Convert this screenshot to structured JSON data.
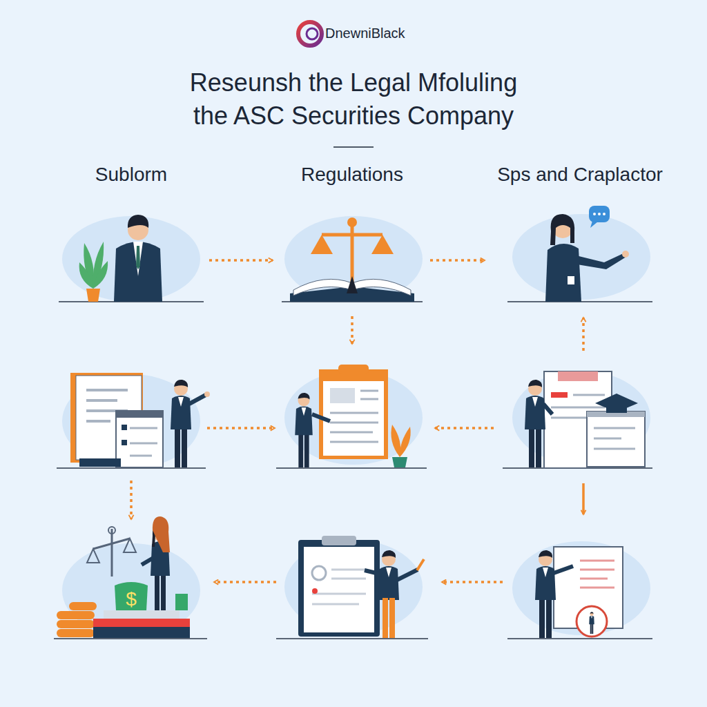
{
  "diagram": {
    "title": "Reseunsh the Legal Mfoluling the ASC Securities Company",
    "nodes": [
      {
        "text": [
          "Sublorm"
        ]
      },
      {
        "text": [
          "Regulations"
        ]
      },
      {
        "text": [
          "Sps and Craplactor"
        ]
      }
    ],
    "edges": [
      {
        "from": 0,
        "to": 1,
        "arrow": "to"
      },
      {
        "from": 1,
        "to": 2,
        "arrow": "to"
      }
    ],
    "labels": [
      "DnewniBlack"
    ]
  }
}
